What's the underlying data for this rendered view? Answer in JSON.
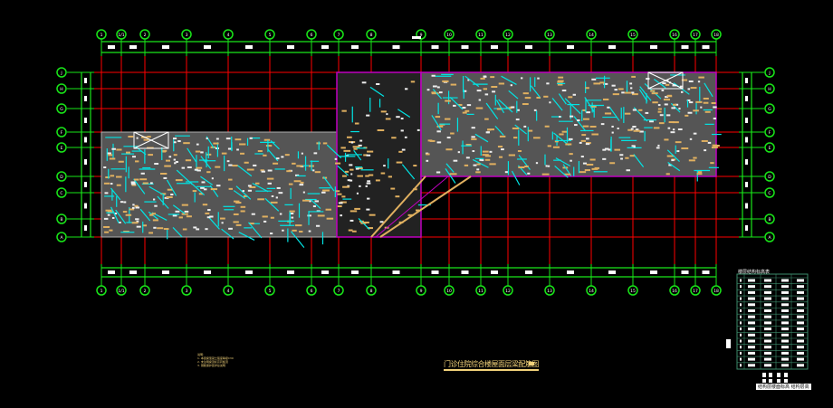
{
  "drawing": {
    "title": "门诊住院综合楼屋面层梁配筋图",
    "notes": [
      "说明：",
      "1. 本层梁混凝土强度等级C30",
      "2. 未注明梁顶标高同板顶",
      "3. 钢筋保护层详总说明"
    ],
    "table_title": "楼层结构标高表",
    "table_footer": "结构层楼面标高 结构层高"
  },
  "axes": {
    "columns": [
      "1",
      "1/1",
      "2",
      "3",
      "4",
      "5",
      "6",
      "7",
      "8",
      "9",
      "10",
      "11",
      "12",
      "13",
      "14",
      "15",
      "16",
      "17",
      "18"
    ],
    "rows": [
      "A",
      "B",
      "C",
      "D",
      "E",
      "F",
      "G",
      "H",
      "J"
    ]
  },
  "colors": {
    "axis": "#19e619",
    "grid": "#ff0000",
    "beam": "#00e5e5",
    "wall": "#e0b060",
    "slab": "#b0b0b0",
    "accent": "#c000c0",
    "text": "#f2d27a"
  }
}
